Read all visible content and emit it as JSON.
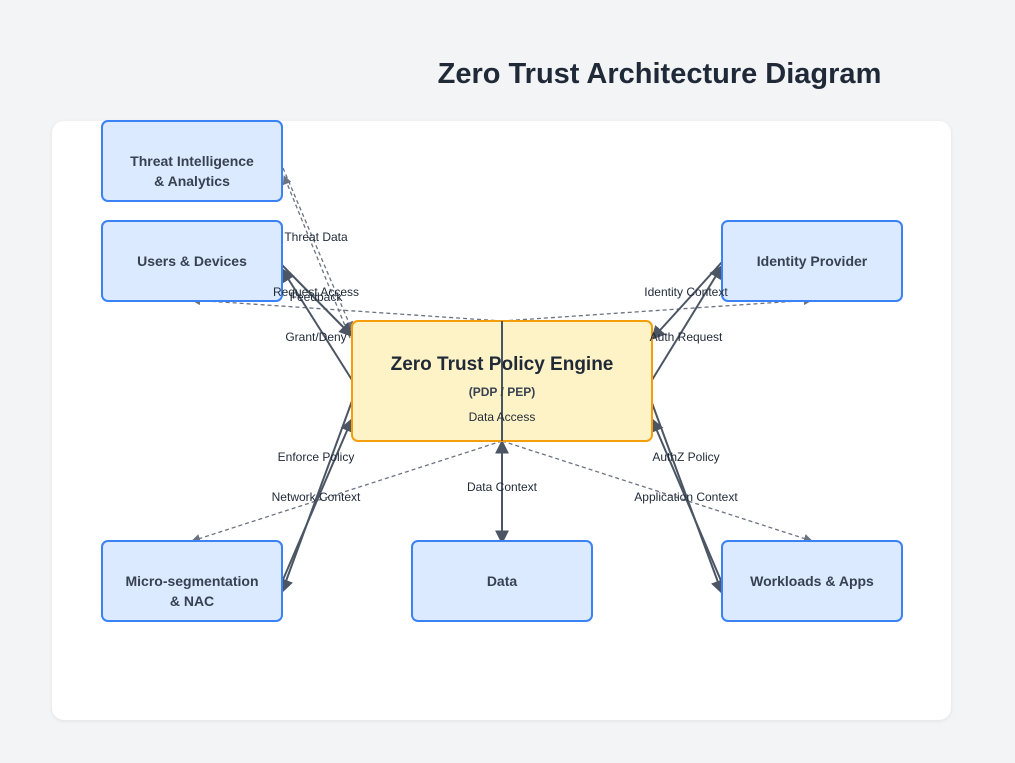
{
  "title": "Zero Trust Architecture Diagram",
  "nodes": {
    "threat_intel": {
      "lines": [
        "Threat Intelligence",
        "& Analytics"
      ]
    },
    "users": {
      "lines": [
        "Users & Devices"
      ]
    },
    "identity": {
      "lines": [
        "Identity Provider"
      ]
    },
    "microseg": {
      "lines": [
        "Micro-segmentation",
        "& NAC"
      ]
    },
    "data": {
      "lines": [
        "Data"
      ]
    },
    "workloads": {
      "lines": [
        "Workloads & Apps"
      ]
    }
  },
  "engine": {
    "title": "Zero Trust Policy Engine",
    "subtitle": "(PDP / PEP)"
  },
  "edge_labels": {
    "threat_data": "Threat Data",
    "feedback": "Feedback",
    "request_access": "Request Access",
    "grant_deny": "Grant/Deny",
    "identity_context": "Identity Context",
    "auth_request": "Auth Request",
    "enforce_policy": "Enforce Policy",
    "network_context": "Network Context",
    "data_access": "Data Access",
    "data_context": "Data Context",
    "authz_policy": "AuthZ Policy",
    "application_context": "Application Context"
  },
  "colors": {
    "node_fill": "#dbeafe",
    "node_stroke": "#3b82f6",
    "engine_fill": "#fef3c7",
    "engine_stroke": "#f59e0b",
    "edge": "#4b5563"
  }
}
